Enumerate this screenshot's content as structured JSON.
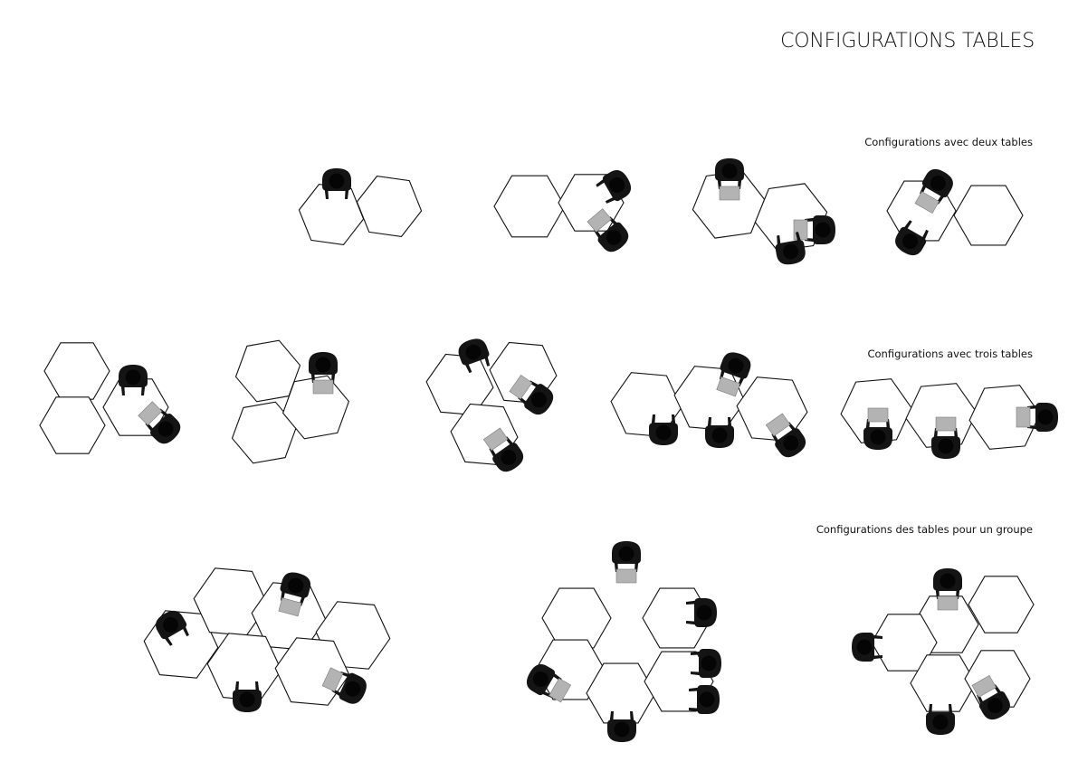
{
  "title": "CONFIGURATIONS TABLES",
  "sections": {
    "two_tables": "Configurations avec deux tables",
    "three_tables": "Configurations avec trois tables",
    "group": "Configurations des tables pour un groupe"
  },
  "colors": {
    "table_stroke": "#111111",
    "person": "#141414",
    "laptop": "#b3b3b3"
  },
  "icons": [
    "table-hexagon-icon",
    "person-top-view-icon",
    "laptop-icon"
  ]
}
